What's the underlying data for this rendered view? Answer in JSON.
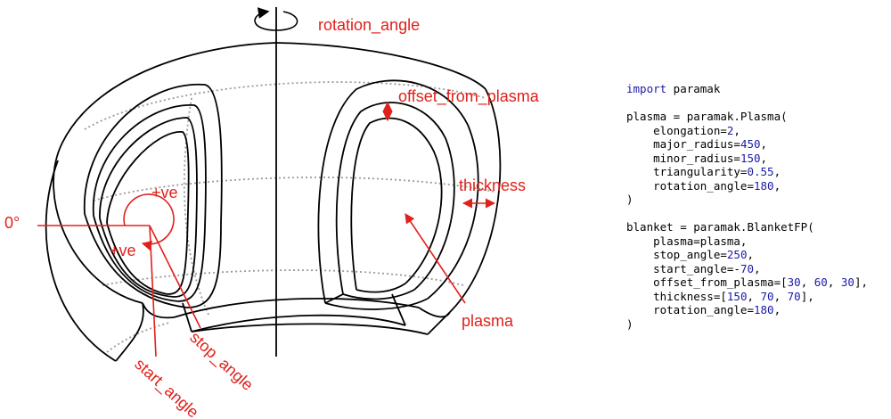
{
  "diagram": {
    "labels": {
      "rotation_angle": "rotation_angle",
      "offset_from_plasma": "offset_from_plasma",
      "thickness": "thickness",
      "zero_deg": "0°",
      "positive_upper": "+ve",
      "positive_lower": "+ve",
      "plasma": "plasma",
      "start_angle": "start_angle",
      "stop_angle": "stop_angle"
    },
    "colors": {
      "annotation": "#e0201b",
      "outline": "#000000",
      "hidden_edge": "#9a9a9a",
      "code_keyword": "#1a1aa6"
    }
  },
  "code": {
    "lines": [
      [
        {
          "t": "import",
          "c": "kw"
        },
        {
          "t": " paramak"
        }
      ],
      [],
      [
        {
          "t": "plasma = paramak.Plasma("
        }
      ],
      [
        {
          "t": "    elongation="
        },
        {
          "t": "2",
          "c": "num"
        },
        {
          "t": ","
        }
      ],
      [
        {
          "t": "    major_radius="
        },
        {
          "t": "450",
          "c": "num"
        },
        {
          "t": ","
        }
      ],
      [
        {
          "t": "    minor_radius="
        },
        {
          "t": "150",
          "c": "num"
        },
        {
          "t": ","
        }
      ],
      [
        {
          "t": "    triangularity="
        },
        {
          "t": "0.55",
          "c": "num"
        },
        {
          "t": ","
        }
      ],
      [
        {
          "t": "    rotation_angle="
        },
        {
          "t": "180",
          "c": "num"
        },
        {
          "t": ","
        }
      ],
      [
        {
          "t": ")"
        }
      ],
      [],
      [
        {
          "t": "blanket = paramak.BlanketFP("
        }
      ],
      [
        {
          "t": "    plasma=plasma,"
        }
      ],
      [
        {
          "t": "    stop_angle="
        },
        {
          "t": "250",
          "c": "num"
        },
        {
          "t": ","
        }
      ],
      [
        {
          "t": "    start_angle=-"
        },
        {
          "t": "70",
          "c": "num"
        },
        {
          "t": ","
        }
      ],
      [
        {
          "t": "    offset_from_plasma=["
        },
        {
          "t": "30",
          "c": "num"
        },
        {
          "t": ", "
        },
        {
          "t": "60",
          "c": "num"
        },
        {
          "t": ", "
        },
        {
          "t": "30",
          "c": "num"
        },
        {
          "t": "],"
        }
      ],
      [
        {
          "t": "    thickness=["
        },
        {
          "t": "150",
          "c": "num"
        },
        {
          "t": ", "
        },
        {
          "t": "70",
          "c": "num"
        },
        {
          "t": ", "
        },
        {
          "t": "70",
          "c": "num"
        },
        {
          "t": "],"
        }
      ],
      [
        {
          "t": "    rotation_angle="
        },
        {
          "t": "180",
          "c": "num"
        },
        {
          "t": ","
        }
      ],
      [
        {
          "t": ")"
        }
      ]
    ]
  }
}
